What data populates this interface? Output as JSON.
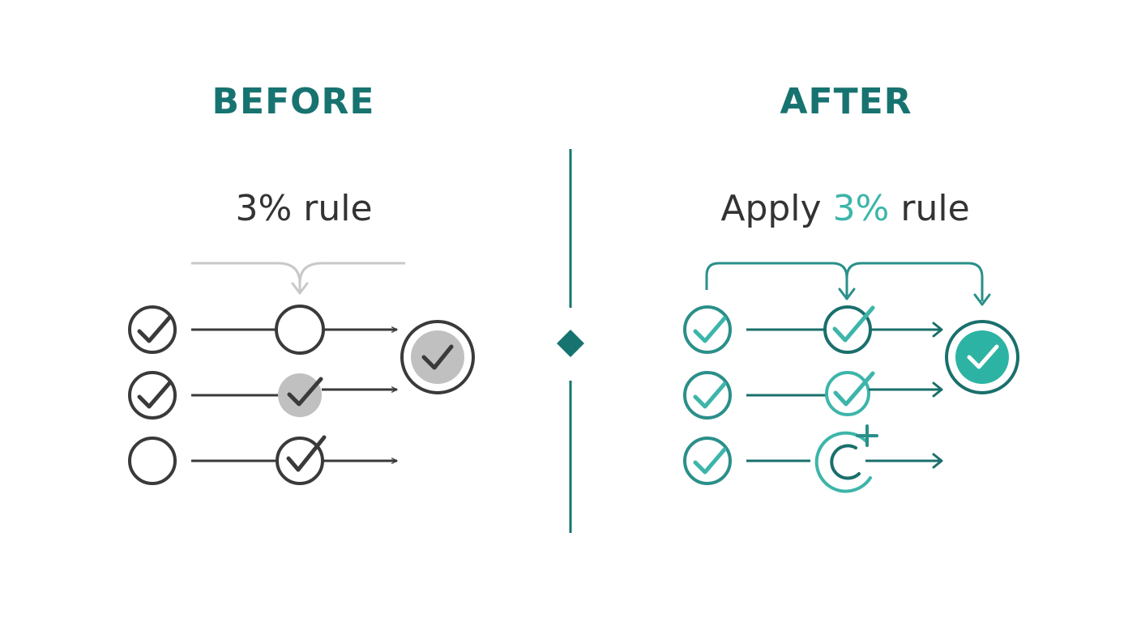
{
  "colors": {
    "heading": "#177370",
    "text": "#333333",
    "dark_stroke": "#3a3a3a",
    "gray_light": "#c8c8c8",
    "gray_fill": "#c0c0c0",
    "teal_dark": "#1a6f6b",
    "teal_mid": "#2a8f89",
    "teal_light": "#3db5aa",
    "teal_fill": "#2db3a3",
    "divider": "#177370"
  },
  "before": {
    "heading": "BEFORE",
    "subtitle": "3% rule"
  },
  "after": {
    "heading": "AFTER",
    "subtitle_prefix": "Apply ",
    "subtitle_highlight": "3%",
    "subtitle_suffix": " rule"
  },
  "icons": {
    "check": "check-icon",
    "empty": "empty-circle-icon",
    "add": "add-circle-icon",
    "divider": "diamond-icon"
  }
}
